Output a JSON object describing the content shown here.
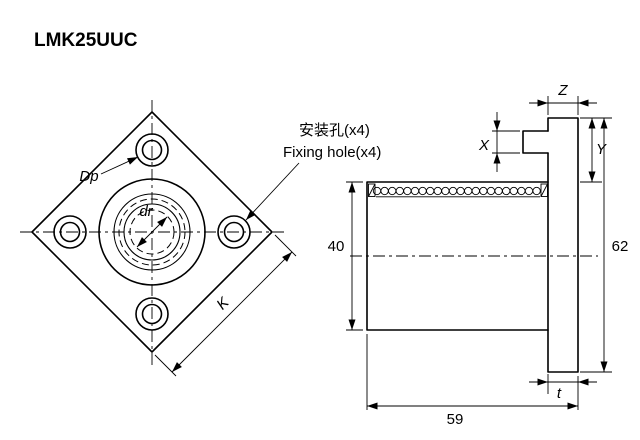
{
  "title": "LMK25UUC",
  "front_view": {
    "dp_label": "Dp",
    "dr_label": "dr",
    "k_label": "K",
    "fixing_hole_note_cn": "安装孔(x4)",
    "fixing_hole_note_en": "Fixing hole(x4)"
  },
  "side_view": {
    "outer_diameter": "40",
    "flange_size": "62",
    "length": "59",
    "flange_thickness_label": "t",
    "x_label": "X",
    "y_label": "Y",
    "z_label": "Z"
  },
  "colors": {
    "line": "#000000",
    "background": "#ffffff"
  }
}
